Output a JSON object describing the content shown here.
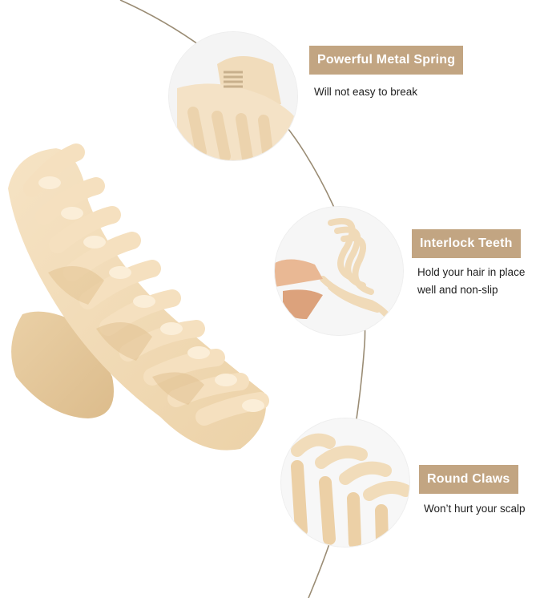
{
  "features": [
    {
      "title": "Powerful Metal Spring",
      "description": "Will not easy to break",
      "icon": "spring-closeup-image"
    },
    {
      "title": "Interlock Teeth",
      "description": "Hold your hair in place well and non-slip",
      "icon": "interlock-teeth-image"
    },
    {
      "title": "Round Claws",
      "description": "Won’t hurt your scalp",
      "icon": "round-claws-image"
    }
  ],
  "colors": {
    "label_background": "#c2a582",
    "product_beige": "#f3dcb8",
    "curve_line": "#9a8c74"
  }
}
